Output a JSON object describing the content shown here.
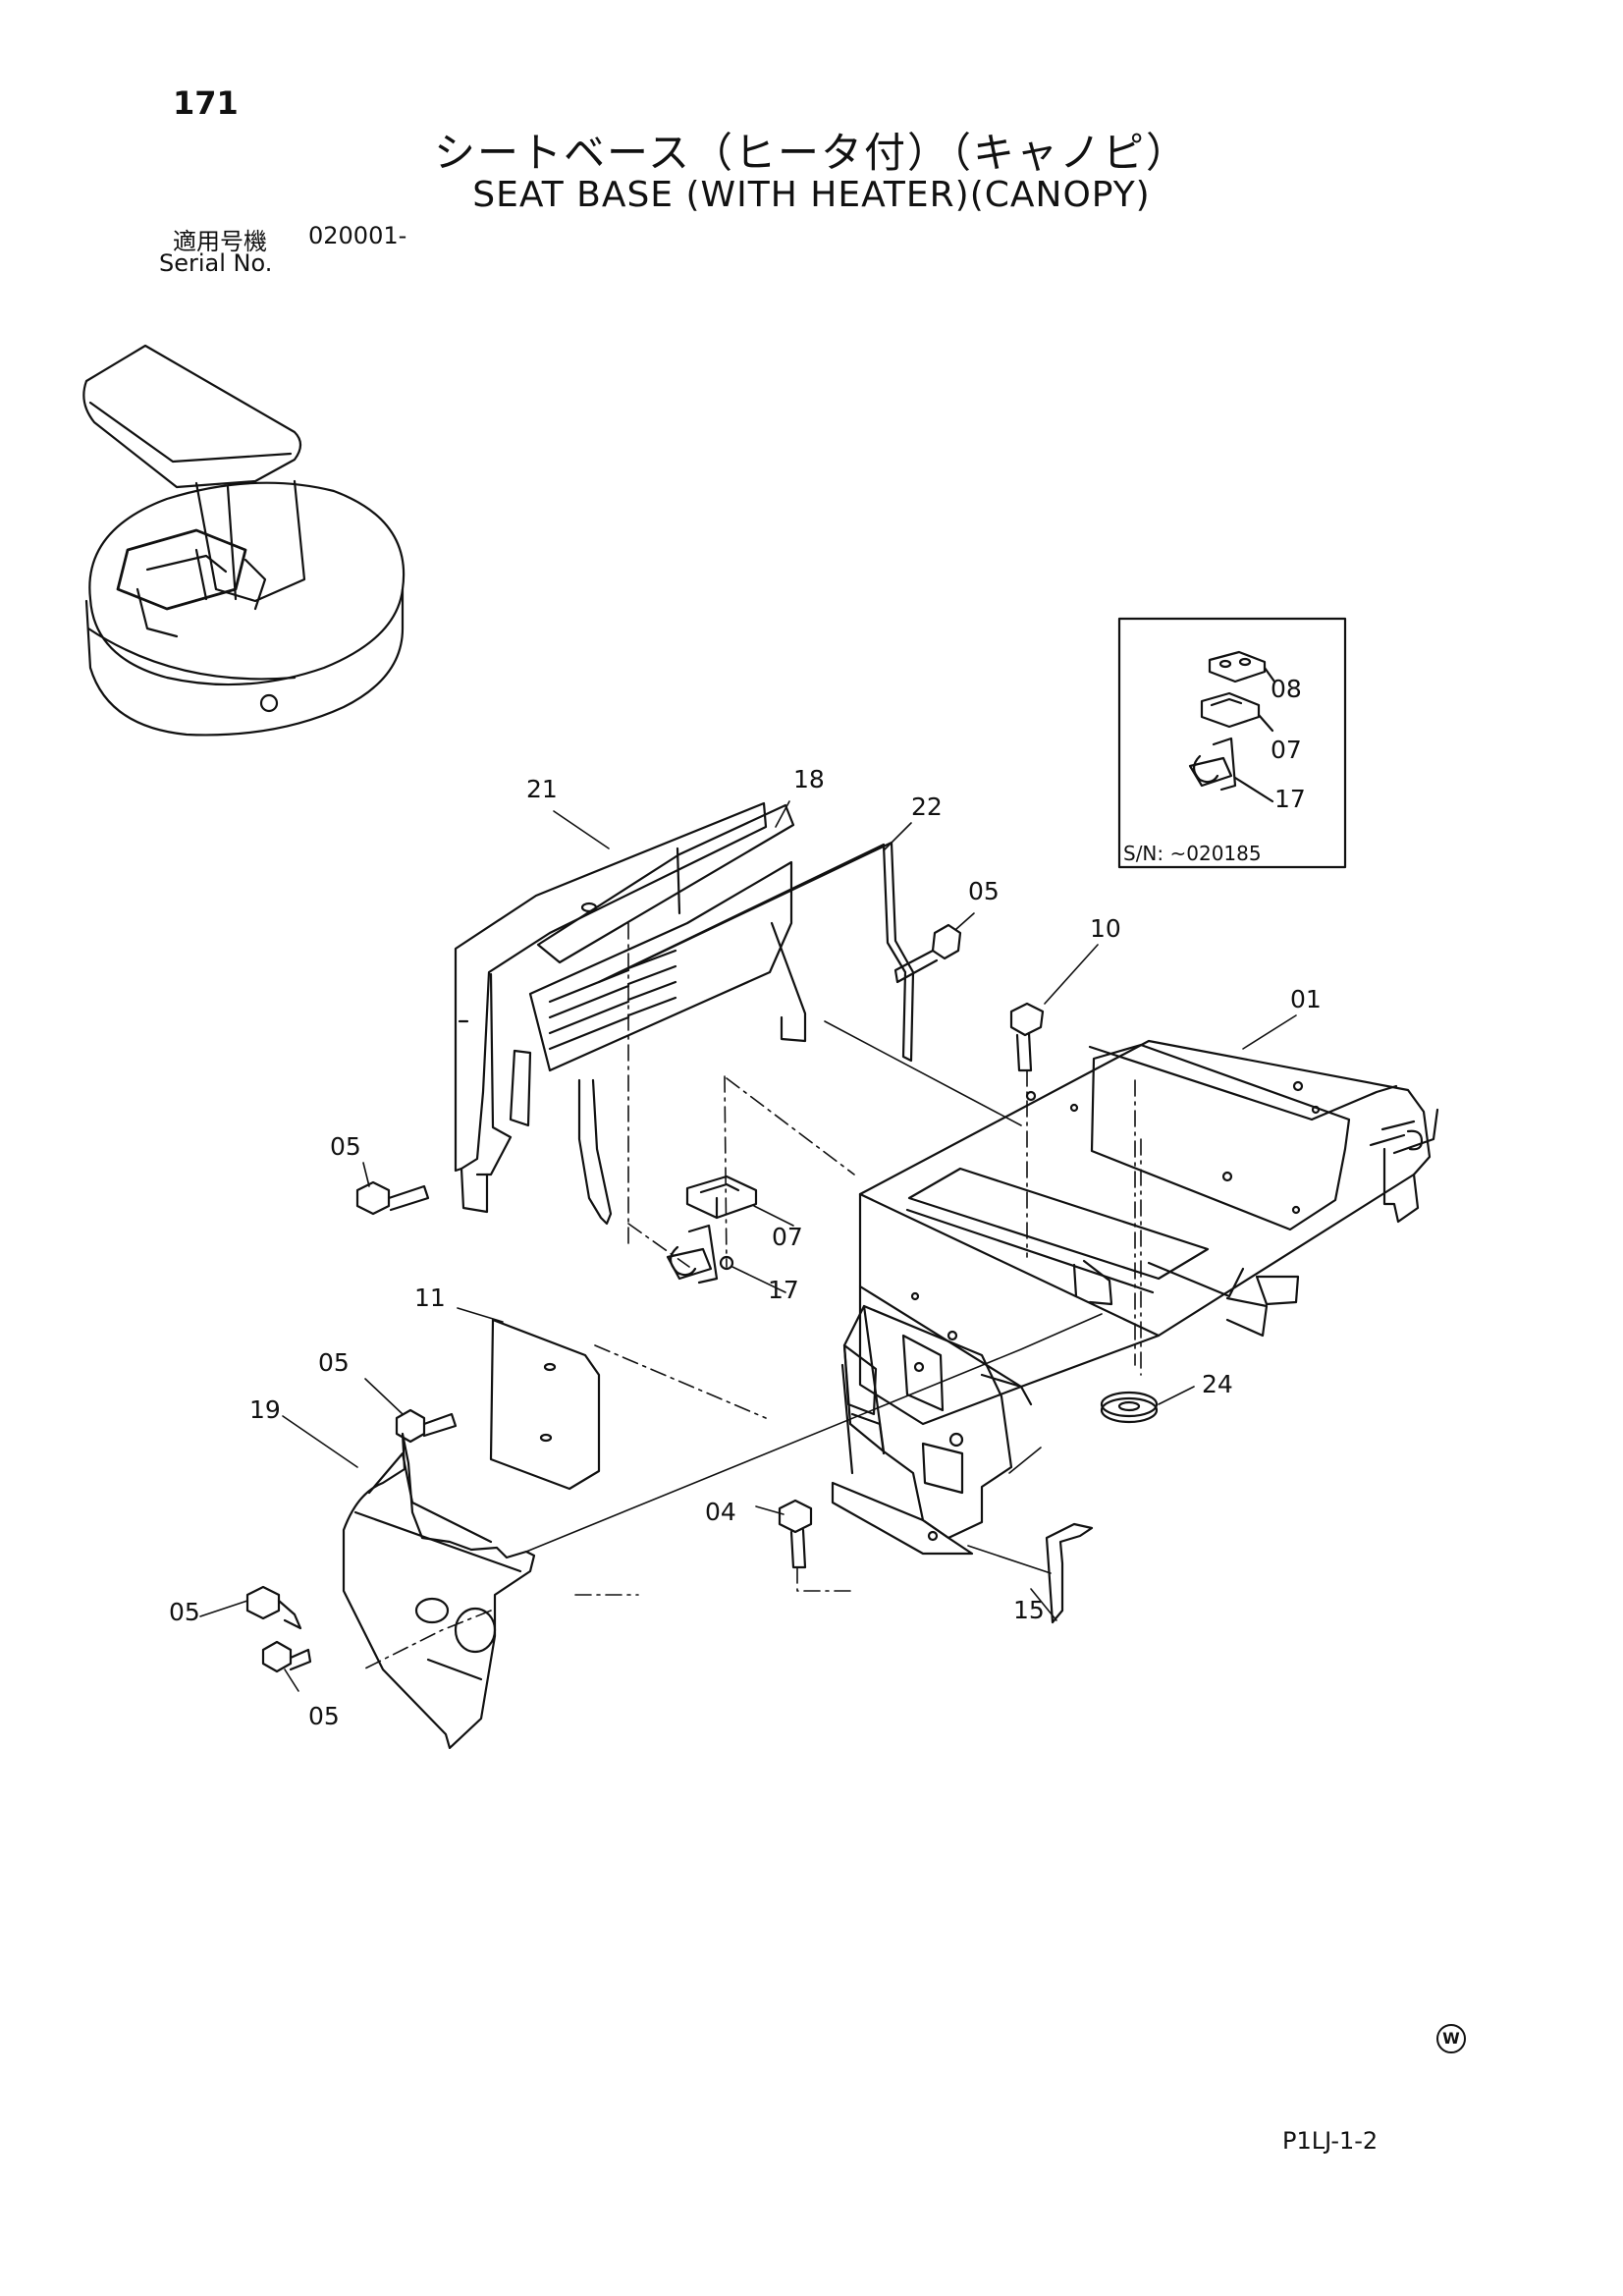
{
  "header": {
    "page_number": "171",
    "title_ja": "シートベース（ヒータ付）（キャノピ）",
    "title_en": "SEAT BASE (WITH HEATER)(CANOPY)",
    "serial_label_ja": "適用号機",
    "serial_value": "020001-",
    "serial_label_en": "Serial No."
  },
  "inset": {
    "serial_range": "S/N: ~020185",
    "callouts": [
      "08",
      "07",
      "17"
    ]
  },
  "callouts": {
    "c21": "21",
    "c18": "18",
    "c22": "22",
    "c05a": "05",
    "c10": "10",
    "c01": "01",
    "c05b": "05",
    "c07": "07",
    "c17": "17",
    "c11": "11",
    "c05c": "05",
    "c19": "19",
    "c24": "24",
    "c04": "04",
    "c05d": "05",
    "c05e": "05",
    "c15": "15"
  },
  "footer": {
    "page_code": "P1LJ-1-2",
    "mark": "W"
  }
}
